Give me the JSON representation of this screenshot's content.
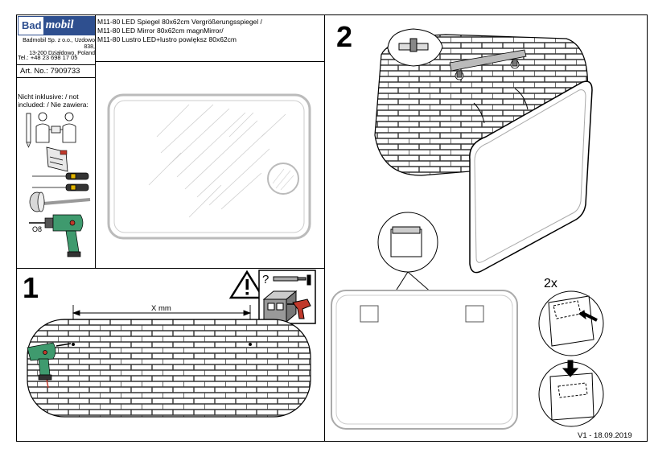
{
  "logo": {
    "part1": "Bad",
    "part2": "mobil"
  },
  "company": {
    "line1": "Badmobil Sp. z o.o., Uzdowo 838,",
    "line2": "13-200 Działdowo, Poland",
    "phone": "Tel.: +48 23 698 17 05"
  },
  "product": {
    "title_de": "M11-80 LED Spiegel 80x62cm Vergrößerungsspiegel /",
    "title_en": "M11-80 LED Mirror 80x62cm magnMirror/",
    "title_pl": "M11-80 Lustro LED+lustro powiększ 80x62cm"
  },
  "article": {
    "label": "Art. No.:",
    "number": "7909733"
  },
  "not_included": {
    "line1": "Nicht inklusive: / not",
    "line2": "included: / Nie zawiera:",
    "drill_bit": "O8"
  },
  "steps": {
    "step1": {
      "number": "1",
      "measure": "X mm"
    },
    "step2": {
      "number": "2",
      "count": "2x"
    }
  },
  "version": "V1 - 18.09.2019"
}
